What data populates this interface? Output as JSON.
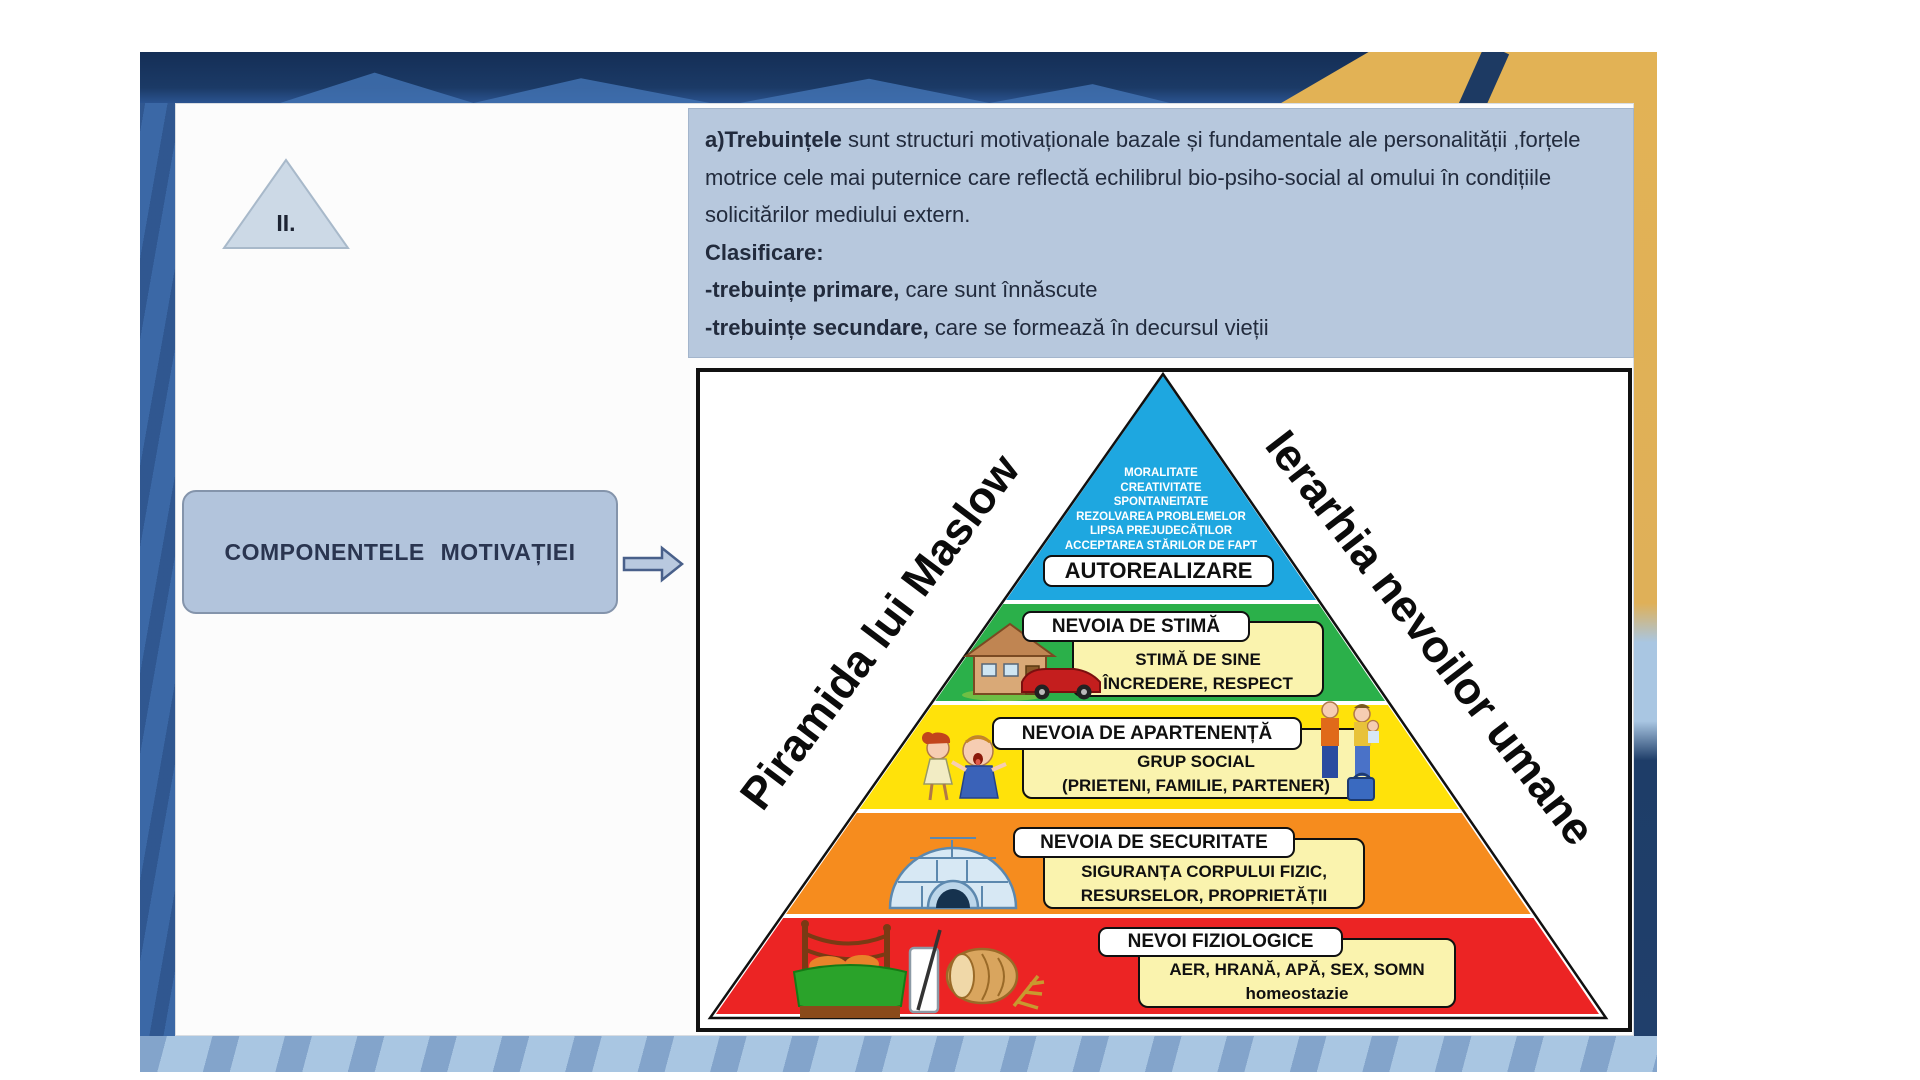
{
  "slide": {
    "section_marker": "II.",
    "concept_box_label": "COMPONENTELE MOTIVAȚIEI",
    "needs_text": {
      "p1_bold": "a)Trebuințele",
      "p1_rest": " sunt structuri motivaționale bazale și fundamentale ale personalității ,forțele motrice cele mai puternice care reflectă echilibrul bio-psiho-social al omului în condițiile solicitărilor mediului extern.",
      "heading": "Clasificare:",
      "item1_bold": "-trebuințe primare,",
      "item1_rest": " care sunt înnăscute",
      "item2_bold": "-trebuințe secundare,",
      "item2_rest": " care se formează în decursul vieții"
    }
  },
  "pyramid": {
    "left_label": "Piramida lui Maslow",
    "right_label": "Ierarhia nevoilor umane",
    "self_actualization_traits": [
      "MORALITATE",
      "CREATIVITATE",
      "SPONTANEITATE",
      "REZOLVAREA PROBLEMELOR",
      "LIPSA PREJUDECĂȚILOR",
      "ACCEPTAREA STĂRILOR DE FAPT"
    ],
    "levels": [
      {
        "pill": "AUTOREALIZARE",
        "color": "#1ea7e0",
        "details": []
      },
      {
        "pill": "NEVOIA DE STIMĂ",
        "color": "#2bb04a",
        "details": [
          "STIMĂ DE SINE",
          "ÎNCREDERE, RESPECT"
        ]
      },
      {
        "pill": "NEVOIA DE APARTENENȚĂ",
        "color": "#ffe20a",
        "details": [
          "GRUP SOCIAL",
          "(PRIETENI, FAMILIE, PARTENER)"
        ]
      },
      {
        "pill": "NEVOIA DE SECURITATE",
        "color": "#f68c1e",
        "details": [
          "SIGURANȚA CORPULUI FIZIC,",
          "RESURSELOR, PROPRIETĂȚII"
        ]
      },
      {
        "pill": "NEVOI FIZIOLOGICE",
        "color": "#ec2424",
        "details": [
          "AER, HRANĂ, APĂ, SEX, SOMN",
          "homeostazie"
        ]
      }
    ]
  }
}
